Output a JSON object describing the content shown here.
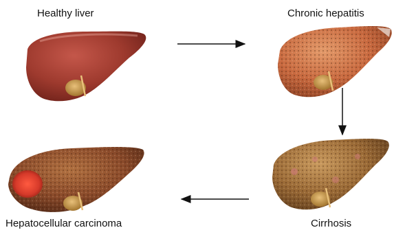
{
  "stages": [
    {
      "id": "healthy",
      "label": "Healthy liver",
      "color": "#9e3a2e"
    },
    {
      "id": "chronic",
      "label": "Chronic hepatitis",
      "color": "#c8693f"
    },
    {
      "id": "cirrhosis",
      "label": "Cirrhosis",
      "color": "#9a6a36"
    },
    {
      "id": "hcc",
      "label": "Hepatocellular carcinoma",
      "color": "#8a4a2a"
    }
  ],
  "arrows": [
    {
      "from": "healthy",
      "to": "chronic",
      "direction": "right"
    },
    {
      "from": "chronic",
      "to": "cirrhosis",
      "direction": "down"
    },
    {
      "from": "cirrhosis",
      "to": "hcc",
      "direction": "left"
    }
  ],
  "tumor_color": "#d63a2a",
  "gallbladder_color": "#c99a4a"
}
